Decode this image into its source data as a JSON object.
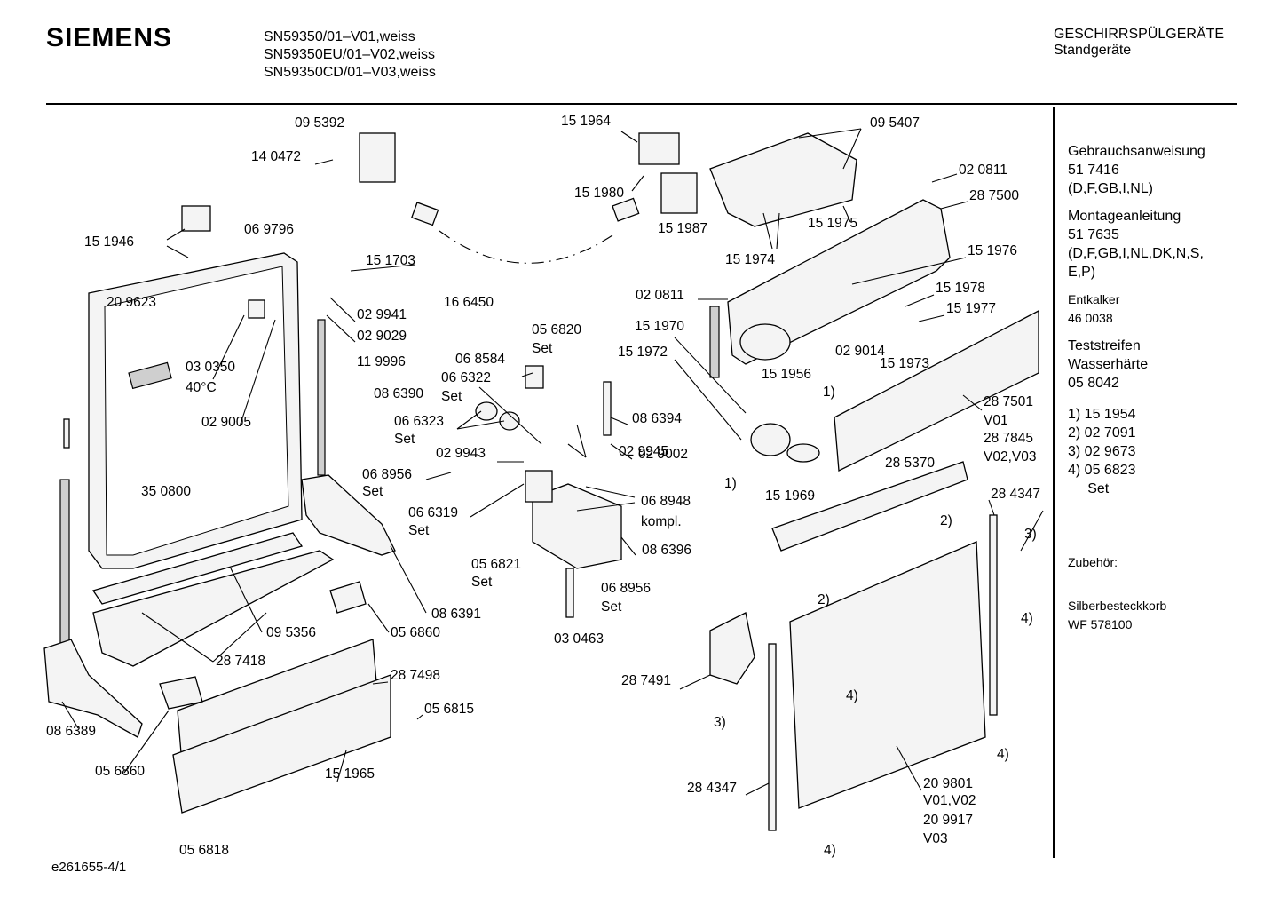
{
  "header": {
    "brand": "SIEMENS",
    "models": [
      "SN59350/01–V01,weiss",
      "SN59350EU/01–V02,weiss",
      "SN59350CD/01–V03,weiss"
    ],
    "category_line1": "GESCHIRRSPÜLGERÄTE",
    "category_line2": "Standgeräte"
  },
  "sidebar": {
    "manual_title": "Gebrauchsanweisung",
    "manual_number": "51 7416",
    "manual_langs": "(D,F,GB,I,NL)",
    "install_title": "Montageanleitung",
    "install_number": "51 7635",
    "install_langs_1": "(D,F,GB,I,NL,DK,N,S,",
    "install_langs_2": "E,P)",
    "descaler_title": "Entkalker",
    "descaler_number": "46 0038",
    "strips_title_1": "Teststreifen",
    "strips_title_2": "Wasserhärte",
    "strips_number": "05 8042",
    "notes": [
      "1)  15 1954",
      "2)  02 7091",
      "3)  02 9673",
      "4)  05 6823",
      "     Set"
    ],
    "accessories_title": "Zubehör:",
    "accessory_name": "Silberbesteckkorb",
    "accessory_number": "WF 578100"
  },
  "footer": {
    "code": "e261655-4/1"
  },
  "callouts": [
    {
      "id": "c1",
      "text": "09 5392"
    },
    {
      "id": "c2",
      "text": "14 0472"
    },
    {
      "id": "c3",
      "text": "15 1964"
    },
    {
      "id": "c4",
      "text": "09 5407"
    },
    {
      "id": "c5",
      "text": "15 1980"
    },
    {
      "id": "c6",
      "text": "02 0811"
    },
    {
      "id": "c7",
      "text": "28 7500"
    },
    {
      "id": "c8",
      "text": "15 1987"
    },
    {
      "id": "c9",
      "text": "15 1975"
    },
    {
      "id": "c10",
      "text": "15 1974"
    },
    {
      "id": "c11",
      "text": "15 1976"
    },
    {
      "id": "c12",
      "text": "15 1946"
    },
    {
      "id": "c13",
      "text": "06 9796"
    },
    {
      "id": "c14",
      "text": "15 1703"
    },
    {
      "id": "c15",
      "text": "16 6450"
    },
    {
      "id": "c16",
      "text": "20 9623"
    },
    {
      "id": "c17",
      "text": "02 9941"
    },
    {
      "id": "c18",
      "text": "02 9029"
    },
    {
      "id": "c19",
      "text": "02 0811"
    },
    {
      "id": "c20",
      "text": "15 1978"
    },
    {
      "id": "c21",
      "text": "15 1977"
    },
    {
      "id": "c22",
      "text": "05 6820"
    },
    {
      "id": "c23",
      "text": "Set"
    },
    {
      "id": "c24",
      "text": "15 1970"
    },
    {
      "id": "c25",
      "text": "11 9996"
    },
    {
      "id": "c26",
      "text": "15 1972"
    },
    {
      "id": "c27",
      "text": "06 8584"
    },
    {
      "id": "c28",
      "text": "02 9014"
    },
    {
      "id": "c29",
      "text": "15 1973"
    },
    {
      "id": "c30",
      "text": "03 0350"
    },
    {
      "id": "c31",
      "text": "40°C"
    },
    {
      "id": "c32",
      "text": "06 6322"
    },
    {
      "id": "c33",
      "text": "Set"
    },
    {
      "id": "c34",
      "text": "15 1956"
    },
    {
      "id": "c35",
      "text": "1)"
    },
    {
      "id": "c36",
      "text": "08 6390"
    },
    {
      "id": "c37",
      "text": "06 6323"
    },
    {
      "id": "c38",
      "text": "Set"
    },
    {
      "id": "c39",
      "text": "08 6394"
    },
    {
      "id": "c40",
      "text": "28 7501"
    },
    {
      "id": "c41",
      "text": "V01"
    },
    {
      "id": "c42",
      "text": "02 9005"
    },
    {
      "id": "c43",
      "text": "02 9002"
    },
    {
      "id": "c44",
      "text": "28 7845"
    },
    {
      "id": "c45",
      "text": "V02,V03"
    },
    {
      "id": "c46",
      "text": "02 9943"
    },
    {
      "id": "c47",
      "text": "02 9945"
    },
    {
      "id": "c48",
      "text": "06 8956"
    },
    {
      "id": "c49",
      "text": "Set"
    },
    {
      "id": "c50",
      "text": "1)"
    },
    {
      "id": "c51",
      "text": "15 1969"
    },
    {
      "id": "c52",
      "text": "28 5370"
    },
    {
      "id": "c53",
      "text": "35 0800"
    },
    {
      "id": "c54",
      "text": "06 8948"
    },
    {
      "id": "c55",
      "text": "kompl."
    },
    {
      "id": "c56",
      "text": "28 4347"
    },
    {
      "id": "c57",
      "text": "06 6319"
    },
    {
      "id": "c58",
      "text": "Set"
    },
    {
      "id": "c59",
      "text": "2)"
    },
    {
      "id": "c60",
      "text": "3)"
    },
    {
      "id": "c61",
      "text": "05 6821"
    },
    {
      "id": "c62",
      "text": "Set"
    },
    {
      "id": "c63",
      "text": "08 6396"
    },
    {
      "id": "c64",
      "text": "06 8956"
    },
    {
      "id": "c65",
      "text": "Set"
    },
    {
      "id": "c66",
      "text": "2)"
    },
    {
      "id": "c67",
      "text": "4)"
    },
    {
      "id": "c68",
      "text": "08 6391"
    },
    {
      "id": "c69",
      "text": "09 5356"
    },
    {
      "id": "c70",
      "text": "05 6860"
    },
    {
      "id": "c71",
      "text": "03 0463"
    },
    {
      "id": "c72",
      "text": "28 7418"
    },
    {
      "id": "c73",
      "text": "28 7498"
    },
    {
      "id": "c74",
      "text": "28 7491"
    },
    {
      "id": "c75",
      "text": "4)"
    },
    {
      "id": "c76",
      "text": "05 6815"
    },
    {
      "id": "c77",
      "text": "08 6389"
    },
    {
      "id": "c78",
      "text": "3)"
    },
    {
      "id": "c79",
      "text": "4)"
    },
    {
      "id": "c80",
      "text": "05 6860"
    },
    {
      "id": "c81",
      "text": "15 1965"
    },
    {
      "id": "c82",
      "text": "28 4347"
    },
    {
      "id": "c83",
      "text": "20 9801"
    },
    {
      "id": "c84",
      "text": "V01,V02"
    },
    {
      "id": "c85",
      "text": "20 9917"
    },
    {
      "id": "c86",
      "text": "V03"
    },
    {
      "id": "c87",
      "text": "05 6818"
    },
    {
      "id": "c88",
      "text": "4)"
    }
  ]
}
